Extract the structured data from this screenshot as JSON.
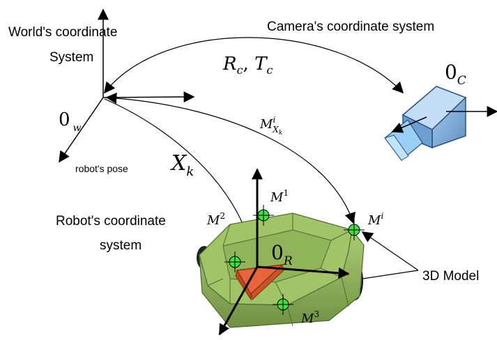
{
  "labels": {
    "world_line1": "World's coordinate",
    "world_line2": "System",
    "camera_system": "Camera's coordinate system",
    "rc_tc": "R",
    "rc_sub": "c",
    "rc_sep": ", ",
    "tc": "T",
    "tc_sub": "c",
    "oc": "0",
    "oc_sub": "C",
    "ow": "0",
    "ow_sub": "w",
    "m_xk": "M",
    "m_xk_sup": "i",
    "m_xk_sub": "X",
    "m_xk_subsub": "k",
    "robot_pose": "robot's pose",
    "xk": "X",
    "xk_sub": "k",
    "robot_line1": "Robot's coordinate",
    "robot_line2": "system",
    "m1": "M",
    "m1_sup": "1",
    "m2": "M",
    "m2_sup": "2",
    "mi": "M",
    "mi_sup": "i",
    "m3": "M",
    "m3_sup": "3",
    "or": "0",
    "or_sub": "R",
    "model_3d": "3D Model"
  },
  "colors": {
    "line": "#000000",
    "robot_body": "#8fb45a",
    "robot_top": "#a6c76c",
    "robot_edge": "#4e6a2a",
    "triangle": "#e8643a",
    "marker": "#3fe03f",
    "camera_body": "#7eaee0",
    "camera_dark": "#2c4f7a",
    "camera_lens": "#9ccff5"
  }
}
